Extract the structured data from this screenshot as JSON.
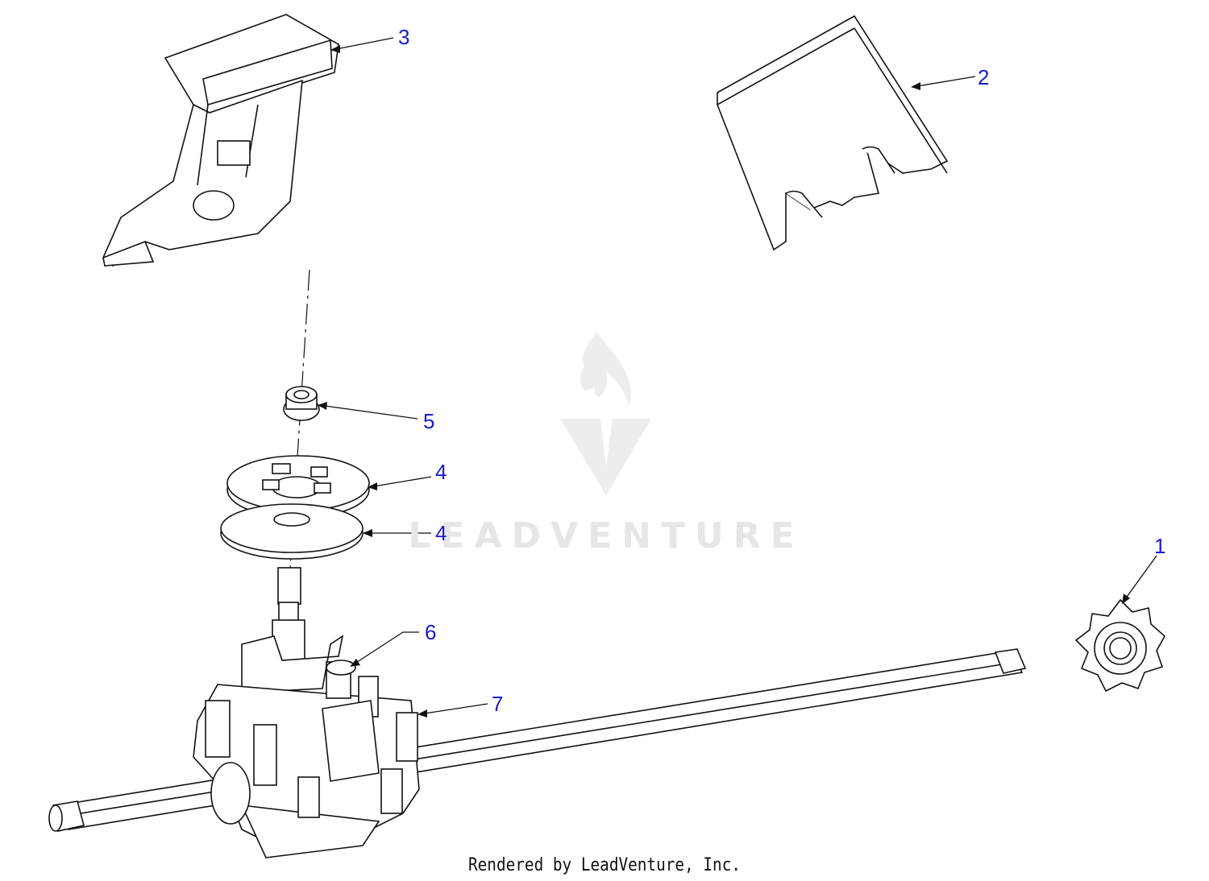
{
  "callouts": [
    {
      "id": "3",
      "label": "3"
    },
    {
      "id": "2",
      "label": "2"
    },
    {
      "id": "5",
      "label": "5"
    },
    {
      "id": "4a",
      "label": "4"
    },
    {
      "id": "4b",
      "label": "4"
    },
    {
      "id": "1",
      "label": "1"
    },
    {
      "id": "6",
      "label": "6"
    },
    {
      "id": "7",
      "label": "7"
    }
  ],
  "watermark": {
    "text": "LEADVENTURE"
  },
  "footer": {
    "text": "Rendered by LeadVenture, Inc."
  },
  "colors": {
    "callout": "#1a1ad0",
    "line": "#111111",
    "watermark": "#e6e6e6"
  }
}
